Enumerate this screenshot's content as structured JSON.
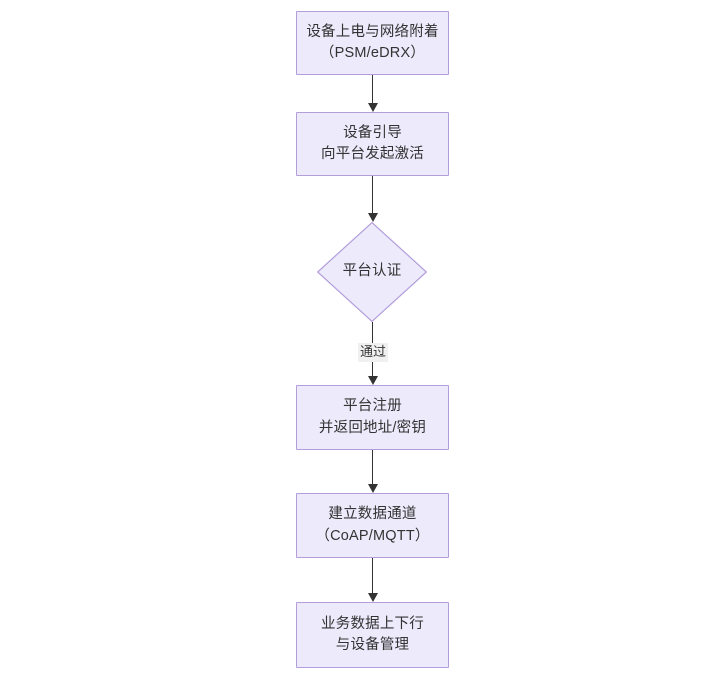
{
  "diagram": {
    "type": "flowchart",
    "orientation": "top-to-bottom",
    "title_text": "",
    "colors": {
      "node_fill": "#ECEAFB",
      "node_border": "#B39DDB",
      "text": "#333333",
      "connector": "#333333",
      "edge_label_background": "#F0F0F0",
      "canvas_background": "#FFFFFF"
    },
    "nodes": [
      {
        "id": "power-on",
        "shape": "rectangle",
        "line1": "设备上电与网络附着",
        "line2": "（PSM/eDRX）"
      },
      {
        "id": "bootstrap",
        "shape": "rectangle",
        "line1": "设备引导",
        "line2": "向平台发起激活"
      },
      {
        "id": "platform-auth",
        "shape": "diamond",
        "line1": "平台认证",
        "line2": ""
      },
      {
        "id": "platform-register",
        "shape": "rectangle",
        "line1": "平台注册",
        "line2": "并返回地址/密钥"
      },
      {
        "id": "data-channel",
        "shape": "rectangle",
        "line1": "建立数据通道",
        "line2": "（CoAP/MQTT）"
      },
      {
        "id": "business-data",
        "shape": "rectangle",
        "line1": "业务数据上下行",
        "line2": "与设备管理"
      }
    ],
    "edges": [
      {
        "id": "e1",
        "from": "power-on",
        "to": "bootstrap",
        "label": ""
      },
      {
        "id": "e2",
        "from": "bootstrap",
        "to": "platform-auth",
        "label": ""
      },
      {
        "id": "e3",
        "from": "platform-auth",
        "to": "platform-register",
        "label": "通过"
      },
      {
        "id": "e4",
        "from": "platform-register",
        "to": "data-channel",
        "label": ""
      },
      {
        "id": "e5",
        "from": "data-channel",
        "to": "business-data",
        "label": ""
      }
    ]
  }
}
